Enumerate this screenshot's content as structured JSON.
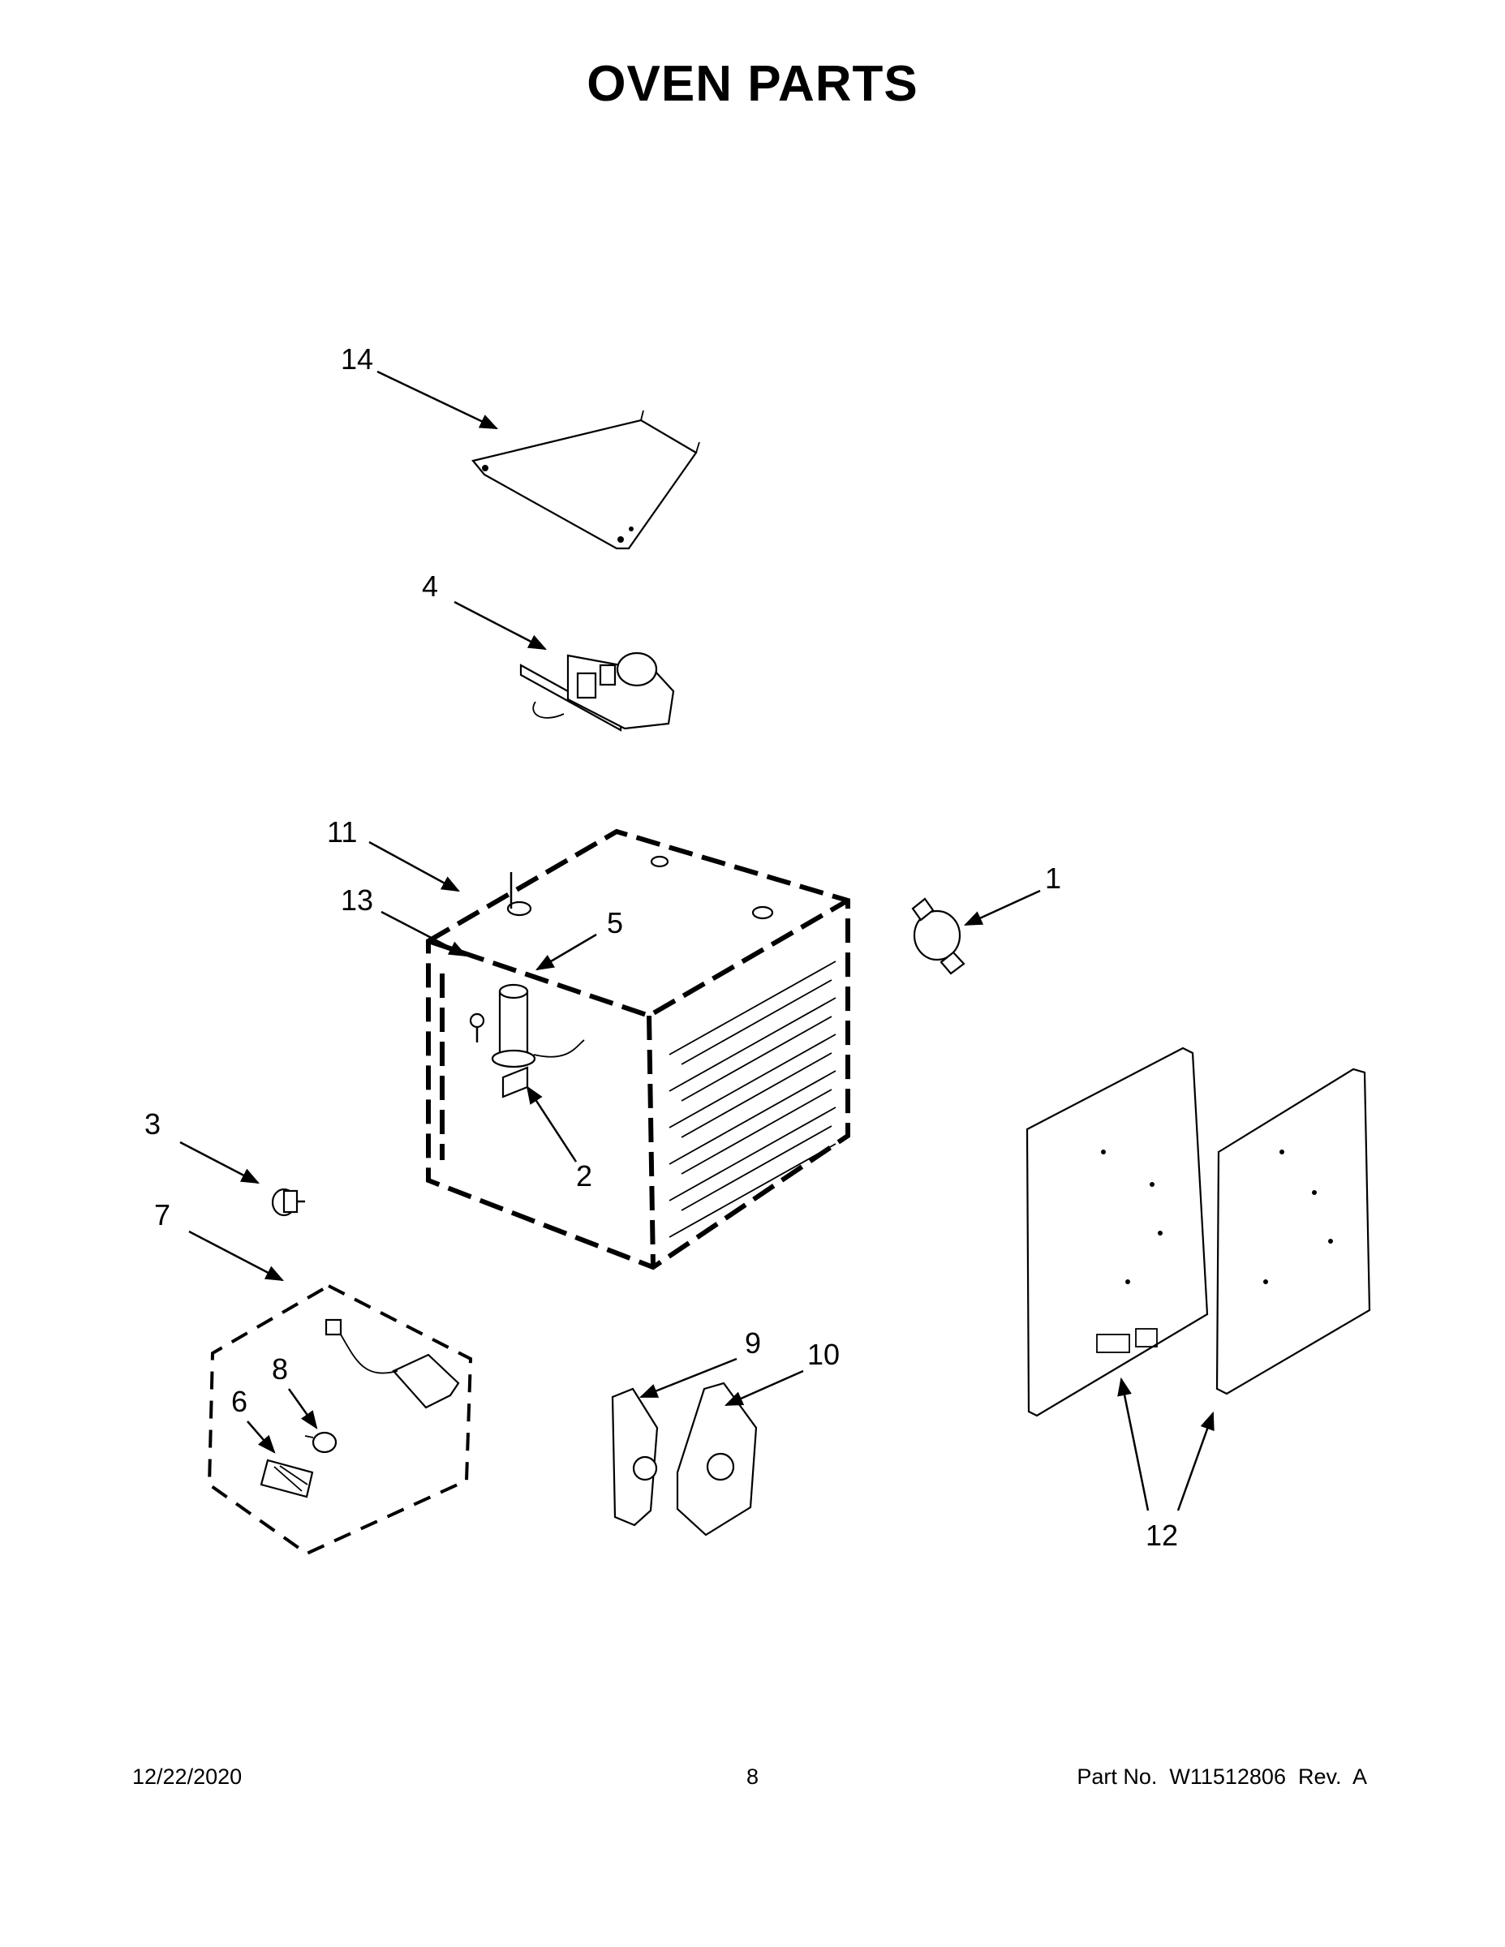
{
  "title": "OVEN PARTS",
  "callouts": [
    "1",
    "2",
    "3",
    "4",
    "5",
    "6",
    "7",
    "8",
    "9",
    "10",
    "11",
    "12",
    "13",
    "14"
  ],
  "footer": {
    "date": "12/22/2020",
    "page": "8",
    "part": "Part No.  W11512806  Rev.  A"
  }
}
